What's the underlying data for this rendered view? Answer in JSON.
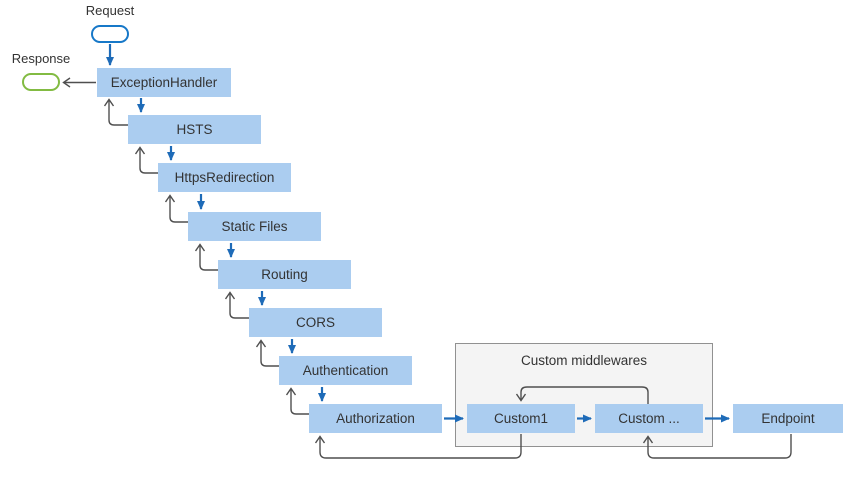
{
  "diagram": {
    "request": {
      "label": "Request"
    },
    "response": {
      "label": "Response"
    },
    "pipeline": [
      {
        "label": "ExceptionHandler"
      },
      {
        "label": "HSTS"
      },
      {
        "label": "HttpsRedirection"
      },
      {
        "label": "Static Files"
      },
      {
        "label": "Routing"
      },
      {
        "label": "CORS"
      },
      {
        "label": "Authentication"
      },
      {
        "label": "Authorization"
      }
    ],
    "custom_group": {
      "title": "Custom middlewares",
      "items": [
        {
          "label": "Custom1"
        },
        {
          "label": "Custom ..."
        }
      ]
    },
    "endpoint": {
      "label": "Endpoint"
    },
    "colors": {
      "middleware_box_fill": "#abcdf0",
      "request_arrow_blue": "#1e6bb8",
      "request_pill_border": "#1778c8",
      "response_pill_border": "#82bb42",
      "response_arrow_gray": "#4f4f4f",
      "custom_group_fill": "#f4f4f4",
      "custom_group_border": "#919191",
      "text": "#333333"
    }
  }
}
